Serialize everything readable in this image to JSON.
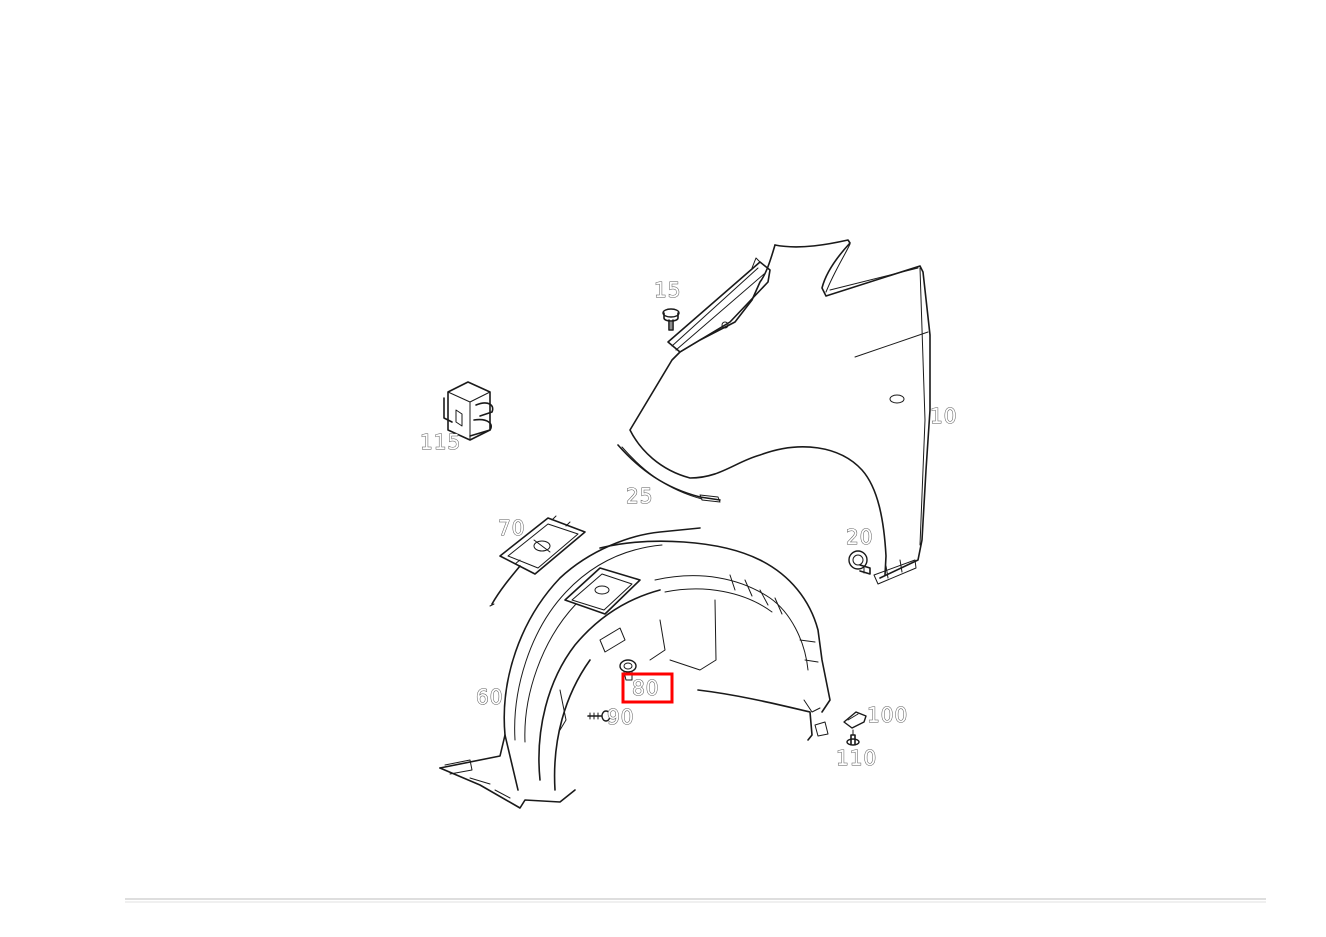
{
  "diagram": {
    "callouts": [
      {
        "id": "10",
        "label": "10"
      },
      {
        "id": "15",
        "label": "15"
      },
      {
        "id": "20",
        "label": "20"
      },
      {
        "id": "25",
        "label": "25"
      },
      {
        "id": "60",
        "label": "60"
      },
      {
        "id": "70",
        "label": "70"
      },
      {
        "id": "80",
        "label": "80",
        "highlighted": true
      },
      {
        "id": "90",
        "label": "90"
      },
      {
        "id": "100",
        "label": "100"
      },
      {
        "id": "110",
        "label": "110"
      },
      {
        "id": "115",
        "label": "115"
      }
    ],
    "highlight_color": "#ff0000"
  }
}
